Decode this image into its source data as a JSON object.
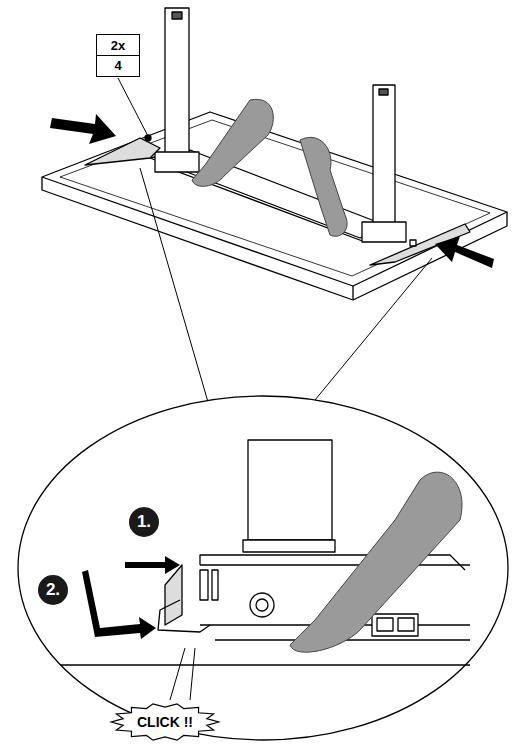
{
  "diagram": {
    "nodes": [
      {
        "text": [
          "2x",
          "4"
        ]
      },
      {
        "text": [
          "1."
        ]
      },
      {
        "text": [
          "2."
        ]
      },
      {
        "text": [
          "CLICK !!"
        ]
      }
    ]
  }
}
